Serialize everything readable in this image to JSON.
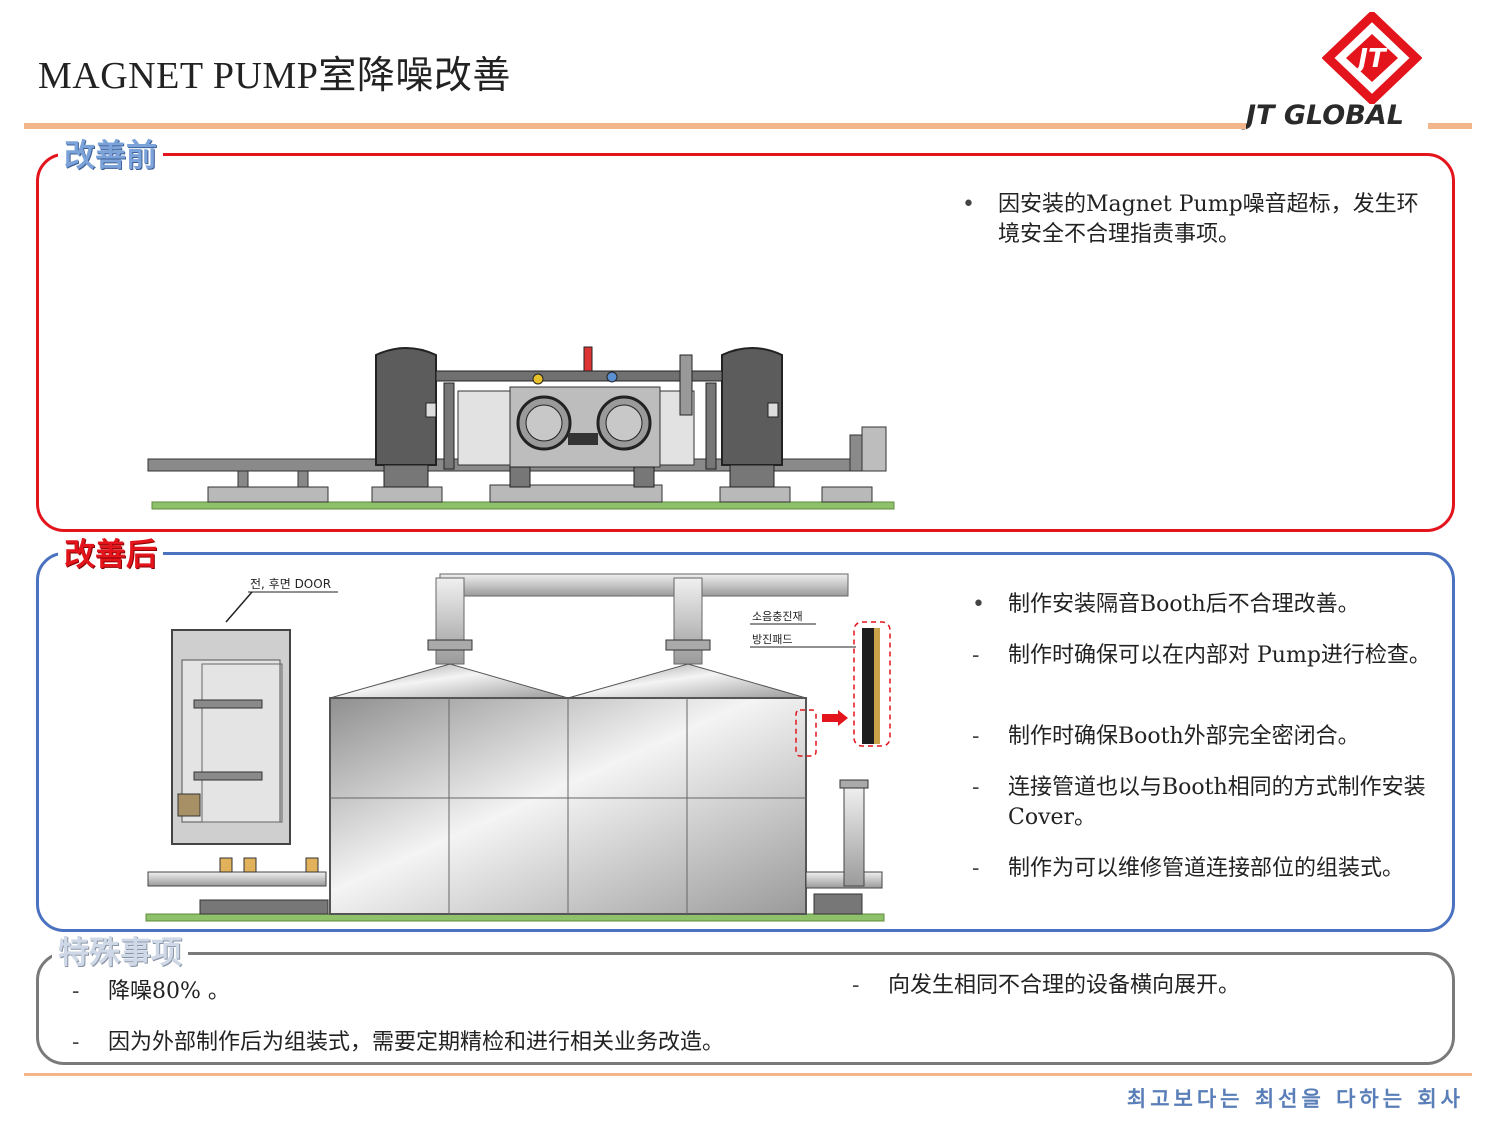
{
  "header": {
    "title": "MAGNET PUMP室降噪改善",
    "logo_text": "JT GLOBAL",
    "logo_badge": "JT"
  },
  "before": {
    "title": "改善前",
    "bullets": [
      {
        "mark": "•",
        "text": "因安装的Magnet Pump噪音超标，发生环境安全不合理指责事项。"
      }
    ]
  },
  "after": {
    "title": "改善后",
    "diagram_labels": {
      "door": "전, 후면 DOOR",
      "sound_fill": "소음충진재",
      "vib_pad": "방진패드"
    },
    "bullets": [
      {
        "mark": "•",
        "text": "制作安装隔音Booth后不合理改善。"
      },
      {
        "mark": "-",
        "text": "制作时确保可以在内部对 Pump进行检查。"
      },
      {
        "mark": "-",
        "text": "制作时确保Booth外部完全密闭合。"
      },
      {
        "mark": "-",
        "text": "连接管道也以与Booth相同的方式制作安装Cover。"
      },
      {
        "mark": "-",
        "text": "制作为可以维修管道连接部位的组装式。"
      }
    ]
  },
  "special": {
    "title": "特殊事项",
    "items_left": [
      {
        "mark": "-",
        "text": "降噪80% 。"
      },
      {
        "mark": "-",
        "text": "因为外部制作后为组装式，需要定期精检和进行相关业务改造。"
      }
    ],
    "items_right": [
      {
        "mark": "-",
        "text": "向发生相同不合理的设备横向展开。"
      }
    ]
  },
  "footer": {
    "slogan": "최고보다는 최선을 다하는 회사"
  },
  "colors": {
    "before_border": "#e3141b",
    "after_border": "#4a72c0",
    "special_border": "#7a7a7a",
    "accent_line": "#f3b58a",
    "logo_red": "#e3141b"
  }
}
